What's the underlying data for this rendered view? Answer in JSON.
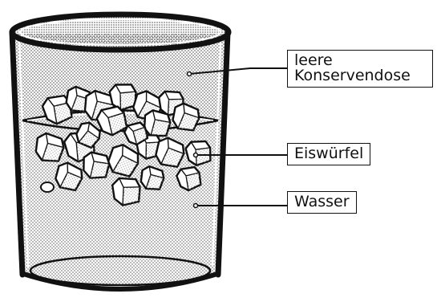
{
  "labels": {
    "can": [
      "leere",
      "Konservendose"
    ],
    "ice": "Eiswürfel",
    "water": "Wasser"
  },
  "colors": {
    "ink": "#111111",
    "dots": "#7a7a7a",
    "background": "#ffffff"
  }
}
